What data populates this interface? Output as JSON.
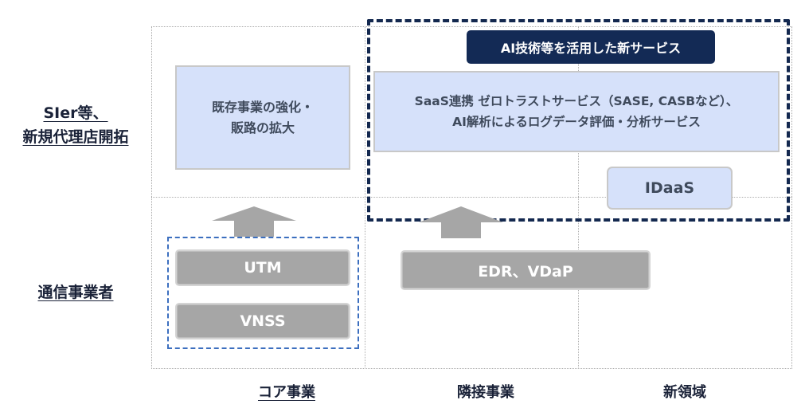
{
  "rows": {
    "top_line1": "SIer等、",
    "top_line2": "新規代理店開拓",
    "bottom": "通信事業者"
  },
  "columns": {
    "core": "コア事業",
    "adjacent": "隣接事業",
    "new": "新領域"
  },
  "boxes": {
    "existing_line1": "既存事業の強化・",
    "existing_line2": "販路の拡大",
    "ai_label": "AI技術等を活用した新サービス",
    "saas_line1": "SaaS連携 ゼロトラストサービス（SASE, CASBなど）、",
    "saas_line2": "AI解析によるログデータ評価・分析サービス",
    "idaas": "IDaaS",
    "utm": "UTM",
    "vnss": "VNSS",
    "edr": "EDR、VDaP"
  },
  "colors": {
    "navy": "#132a55",
    "light_blue": "#d6e1fa",
    "gray": "#a6a6a6",
    "dashed_blue": "#3c6fbf"
  }
}
